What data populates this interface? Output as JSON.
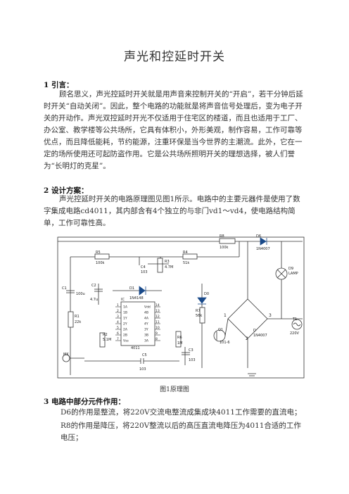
{
  "title": "声光和控延时开关",
  "sections": [
    {
      "heading": "1 引言：",
      "body": "顾名思义，声光控延时开关就是用声音来控制开关的“开启”，若干分钟后延时开关“自动关闭”。因此，整个电路的功能就是将声音信号处理后，变为电子开关的开动作。声光双控延时开光不仅适用于住宅区的楼道，而且也适用于工厂、办公室、教学楼等公共场所，它具有体积小，外形美观，制作容易，工作可靠等优点，而且降低能耗，节约能源，注重环保是当今世界的主潮流。此外，它在一定的场所使用还可起防盗作用。它是公共场所照明开关的理想选择，被人们誉为“长明灯的克星”。"
    },
    {
      "heading": "2 设计方案：",
      "body": "声光控延时开关的电路原理图见图1所示。电路中的主要元器件是使用了数字集成电路cd4011，其内部含有4个独立的与非门vd1～vd4，使电路结构简单，工作可靠性高。"
    },
    {
      "heading": "3 电路中部分元件作用：",
      "lines": [
        "D6的作用是整流，将220V交流电整流成集成块4011工作需要的直流电；",
        "R8的作用是降压，将220V整流以后的高压直流电降压为4011合适的工作电压；"
      ]
    }
  ],
  "figure_caption": "图1原理图",
  "schematic": {
    "labels": {
      "r8": "R8",
      "r8v": "100k",
      "d6": "D6",
      "d6v": "1N4007",
      "r5": "R5",
      "r5v": "100k",
      "r4": "R4",
      "r4v": "51k",
      "r3": "R3",
      "r3v": "4.7M",
      "c4": "C4",
      "c4v": "103",
      "c2": "C2",
      "c2v": "4.7u",
      "d1": "D1",
      "d1v": "1N4148",
      "d0": "D0",
      "ic": "IC",
      "ic_name": "4011",
      "lamp": "D9",
      "lampv": "LAMP",
      "c1": "C1",
      "c1v": "100u",
      "r1": "R1",
      "r1v": "22k",
      "r2": "R2",
      "r2v": "5.1M",
      "r6": "R6",
      "r6v": "1M",
      "r7": "R7",
      "r7v": "56k",
      "q1": "Q1",
      "q1v": "101-6",
      "c3": "C3",
      "c3v": "103",
      "c5": "C5",
      "c5v": "103",
      "bridge": "D",
      "bridgev": "1N4007",
      "ac": "T1",
      "acv": "220V",
      "mic": "MK",
      "n1": "1",
      "n2": "2",
      "n3": "3"
    },
    "ic_pins_left": [
      "1A",
      "1B",
      "1Y",
      "2Y",
      "2A",
      "2B",
      "Vss"
    ],
    "ic_pins_right": [
      "Vdd",
      "4B",
      "4A",
      "4Y",
      "3Y",
      "3B",
      "3A"
    ],
    "ic_pin_num_left": [
      "1",
      "2",
      "3",
      "4",
      "5",
      "6",
      "7"
    ],
    "ic_pin_num_right": [
      "14",
      "13",
      "12",
      "11",
      "10",
      "9",
      "8"
    ]
  }
}
